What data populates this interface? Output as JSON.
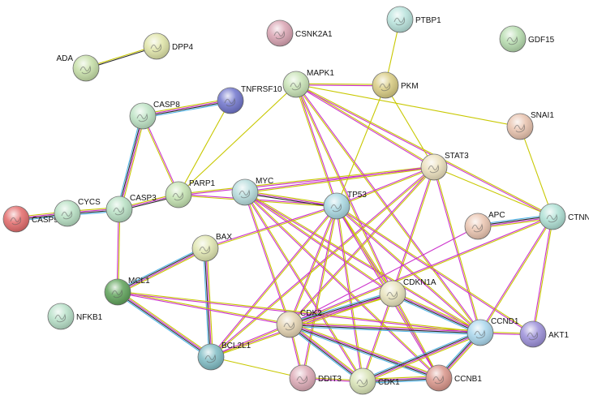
{
  "network": {
    "nodes": [
      {
        "id": "PTBP1",
        "label": "PTBP1",
        "color": "#b8e3dc"
      },
      {
        "id": "CSNK2A1",
        "label": "CSNK2A1",
        "color": "#d9a3b2"
      },
      {
        "id": "GDF15",
        "label": "GDF15",
        "color": "#b6dcae"
      },
      {
        "id": "DPP4",
        "label": "DPP4",
        "color": "#e0e5a8"
      },
      {
        "id": "ADA",
        "label": "ADA",
        "color": "#c6dfa7"
      },
      {
        "id": "MAPK1",
        "label": "MAPK1",
        "color": "#c8e3b5"
      },
      {
        "id": "PKM",
        "label": "PKM",
        "color": "#d9cc82"
      },
      {
        "id": "TNFRSF10",
        "label": "TNFRSF10",
        "color": "#6f74cc"
      },
      {
        "id": "CASP8",
        "label": "CASP8",
        "color": "#bde3c4"
      },
      {
        "id": "SNAI1",
        "label": "SNAI1",
        "color": "#e8c2ad"
      },
      {
        "id": "STAT3",
        "label": "STAT3",
        "color": "#ebe0bc"
      },
      {
        "id": "PARP1",
        "label": "PARP1",
        "color": "#c3e2b0"
      },
      {
        "id": "MYC",
        "label": "MYC",
        "color": "#b6dcdc"
      },
      {
        "id": "TP53",
        "label": "TP53",
        "color": "#a9d8e2"
      },
      {
        "id": "CASP9",
        "label": "CASP9",
        "color": "#e46b6b"
      },
      {
        "id": "CYCS",
        "label": "CYCS",
        "color": "#b7e0c3"
      },
      {
        "id": "CASP3",
        "label": "CASP3",
        "color": "#b7e0c3"
      },
      {
        "id": "APC",
        "label": "APC",
        "color": "#ebc5b0"
      },
      {
        "id": "CTNN",
        "label": "CTNN",
        "color": "#aee0d4"
      },
      {
        "id": "BAX",
        "label": "BAX",
        "color": "#e0e6b0"
      },
      {
        "id": "MCL1",
        "label": "MCL1",
        "color": "#5fa35a"
      },
      {
        "id": "CDKN1A",
        "label": "CDKN1A",
        "color": "#e8e3bc"
      },
      {
        "id": "NFKB1",
        "label": "NFKB1",
        "color": "#b7e0c8"
      },
      {
        "id": "CDK2",
        "label": "CDK2",
        "color": "#e3d2b0"
      },
      {
        "id": "CCND1",
        "label": "CCND1",
        "color": "#a9d6ec"
      },
      {
        "id": "AKT1",
        "label": "AKT1",
        "color": "#9b8fd9"
      },
      {
        "id": "BCL2L1",
        "label": "BCL2L1",
        "color": "#7fbcc4"
      },
      {
        "id": "DDIT3",
        "label": "DDIT3",
        "color": "#ddaab6"
      },
      {
        "id": "CDK1",
        "label": "CDK1",
        "color": "#d8e3b5"
      },
      {
        "id": "CCNB1",
        "label": "CCNB1",
        "color": "#d9958a"
      }
    ],
    "edge_colors": [
      "#c8c800",
      "#cc33cc",
      "#2a2a2a",
      "#4fb3e6",
      "#33b033"
    ],
    "edges": [
      [
        "ADA",
        "DPP4",
        [
          "#c8c800",
          "#2a2a2a"
        ]
      ],
      [
        "PTBP1",
        "PKM",
        [
          "#c8c800"
        ]
      ],
      [
        "CASP8",
        "TNFRSF10",
        [
          "#c8c800",
          "#cc33cc",
          "#2a2a2a",
          "#4fb3e6"
        ]
      ],
      [
        "CASP8",
        "CASP3",
        [
          "#c8c800",
          "#cc33cc",
          "#2a2a2a",
          "#4fb3e6"
        ]
      ],
      [
        "CASP8",
        "PARP1",
        [
          "#cc33cc",
          "#c8c800"
        ]
      ],
      [
        "TNFRSF10",
        "PARP1",
        [
          "#c8c800"
        ]
      ],
      [
        "CASP9",
        "CYCS",
        [
          "#c8c800",
          "#cc33cc",
          "#2a2a2a",
          "#4fb3e6"
        ]
      ],
      [
        "CYCS",
        "CASP3",
        [
          "#c8c800",
          "#cc33cc",
          "#2a2a2a",
          "#4fb3e6"
        ]
      ],
      [
        "CASP3",
        "PARP1",
        [
          "#c8c800",
          "#cc33cc",
          "#2a2a2a"
        ]
      ],
      [
        "CASP3",
        "MCL1",
        [
          "#c8c800",
          "#cc33cc"
        ]
      ],
      [
        "PARP1",
        "MAPK1",
        [
          "#c8c800"
        ]
      ],
      [
        "PARP1",
        "TP53",
        [
          "#cc33cc",
          "#c8c800"
        ]
      ],
      [
        "PARP1",
        "STAT3",
        [
          "#c8c800",
          "#cc33cc"
        ]
      ],
      [
        "MAPK1",
        "PKM",
        [
          "#c8c800",
          "#cc33cc"
        ]
      ],
      [
        "MAPK1",
        "SNAI1",
        [
          "#c8c800"
        ]
      ],
      [
        "MAPK1",
        "STAT3",
        [
          "#c8c800",
          "#cc33cc"
        ]
      ],
      [
        "MAPK1",
        "CTNN",
        [
          "#c8c800",
          "#cc33cc"
        ]
      ],
      [
        "MAPK1",
        "TP53",
        [
          "#cc33cc",
          "#c8c800"
        ]
      ],
      [
        "MAPK1",
        "CDKN1A",
        [
          "#cc33cc",
          "#c8c800"
        ]
      ],
      [
        "MAPK1",
        "CCND1",
        [
          "#cc33cc",
          "#c8c800"
        ]
      ],
      [
        "PKM",
        "STAT3",
        [
          "#c8c800"
        ]
      ],
      [
        "PKM",
        "TP53",
        [
          "#c8c800"
        ]
      ],
      [
        "SNAI1",
        "CTNN",
        [
          "#c8c800"
        ]
      ],
      [
        "STAT3",
        "MYC",
        [
          "#c8c800",
          "#cc33cc"
        ]
      ],
      [
        "STAT3",
        "TP53",
        [
          "#c8c800",
          "#cc33cc"
        ]
      ],
      [
        "STAT3",
        "CCND1",
        [
          "#c8c800",
          "#cc33cc"
        ]
      ],
      [
        "STAT3",
        "CTNN",
        [
          "#c8c800"
        ]
      ],
      [
        "STAT3",
        "CDK2",
        [
          "#c8c800",
          "#cc33cc"
        ]
      ],
      [
        "STAT3",
        "CDKN1A",
        [
          "#c8c800",
          "#cc33cc"
        ]
      ],
      [
        "STAT3",
        "BCL2L1",
        [
          "#c8c800",
          "#cc33cc"
        ]
      ],
      [
        "MYC",
        "TP53",
        [
          "#c8c800",
          "#cc33cc",
          "#2a2a2a"
        ]
      ],
      [
        "MYC",
        "CDKN1A",
        [
          "#c8c800",
          "#cc33cc"
        ]
      ],
      [
        "MYC",
        "CCND1",
        [
          "#c8c800",
          "#cc33cc"
        ]
      ],
      [
        "MYC",
        "CDK2",
        [
          "#c8c800",
          "#cc33cc"
        ]
      ],
      [
        "MYC",
        "CDK1",
        [
          "#c8c800",
          "#cc33cc"
        ]
      ],
      [
        "MYC",
        "CCNB1",
        [
          "#c8c800",
          "#cc33cc"
        ]
      ],
      [
        "TP53",
        "BAX",
        [
          "#c8c800",
          "#cc33cc"
        ]
      ],
      [
        "TP53",
        "CDKN1A",
        [
          "#c8c800",
          "#cc33cc"
        ]
      ],
      [
        "TP53",
        "CDK2",
        [
          "#c8c800",
          "#cc33cc"
        ]
      ],
      [
        "TP53",
        "CCND1",
        [
          "#c8c800",
          "#cc33cc"
        ]
      ],
      [
        "TP53",
        "CDK1",
        [
          "#c8c800",
          "#cc33cc"
        ]
      ],
      [
        "TP53",
        "CCNB1",
        [
          "#c8c800",
          "#cc33cc"
        ]
      ],
      [
        "TP53",
        "DDIT3",
        [
          "#c8c800",
          "#cc33cc"
        ]
      ],
      [
        "TP53",
        "BCL2L1",
        [
          "#c8c800",
          "#cc33cc"
        ]
      ],
      [
        "TP53",
        "AKT1",
        [
          "#c8c800",
          "#cc33cc"
        ]
      ],
      [
        "CTNN",
        "APC",
        [
          "#c8c800",
          "#cc33cc",
          "#2a2a2a",
          "#4fb3e6"
        ]
      ],
      [
        "CTNN",
        "CCND1",
        [
          "#c8c800",
          "#cc33cc"
        ]
      ],
      [
        "CTNN",
        "AKT1",
        [
          "#c8c800",
          "#cc33cc"
        ]
      ],
      [
        "CTNN",
        "CDK2",
        [
          "#c8c800",
          "#cc33cc"
        ]
      ],
      [
        "APC",
        "CDK2",
        [
          "#cc33cc"
        ]
      ],
      [
        "BAX",
        "MCL1",
        [
          "#c8c800",
          "#cc33cc",
          "#2a2a2a",
          "#4fb3e6"
        ]
      ],
      [
        "BAX",
        "BCL2L1",
        [
          "#c8c800",
          "#cc33cc",
          "#2a2a2a",
          "#4fb3e6"
        ]
      ],
      [
        "MCL1",
        "BCL2L1",
        [
          "#c8c800",
          "#cc33cc",
          "#2a2a2a",
          "#4fb3e6"
        ]
      ],
      [
        "MCL1",
        "CDK2",
        [
          "#c8c800",
          "#cc33cc"
        ]
      ],
      [
        "MCL1",
        "CCND1",
        [
          "#c8c800",
          "#cc33cc"
        ]
      ],
      [
        "CDKN1A",
        "CDK2",
        [
          "#c8c800",
          "#cc33cc",
          "#2a2a2a",
          "#4fb3e6"
        ]
      ],
      [
        "CDKN1A",
        "CCND1",
        [
          "#c8c800",
          "#cc33cc",
          "#2a2a2a",
          "#4fb3e6"
        ]
      ],
      [
        "CDKN1A",
        "CDK1",
        [
          "#c8c800",
          "#cc33cc"
        ]
      ],
      [
        "CDKN1A",
        "CCNB1",
        [
          "#c8c800",
          "#cc33cc"
        ]
      ],
      [
        "CDKN1A",
        "BCL2L1",
        [
          "#c8c800",
          "#cc33cc"
        ]
      ],
      [
        "CDK2",
        "CCND1",
        [
          "#c8c800",
          "#cc33cc",
          "#2a2a2a",
          "#4fb3e6"
        ]
      ],
      [
        "CDK2",
        "CDK1",
        [
          "#c8c800",
          "#cc33cc",
          "#2a2a2a",
          "#4fb3e6"
        ]
      ],
      [
        "CDK2",
        "CCNB1",
        [
          "#c8c800",
          "#cc33cc",
          "#2a2a2a",
          "#4fb3e6"
        ]
      ],
      [
        "CDK2",
        "DDIT3",
        [
          "#c8c800",
          "#cc33cc"
        ]
      ],
      [
        "CDK2",
        "BCL2L1",
        [
          "#c8c800",
          "#cc33cc"
        ]
      ],
      [
        "CCND1",
        "CDK1",
        [
          "#c8c800",
          "#cc33cc",
          "#2a2a2a",
          "#4fb3e6"
        ]
      ],
      [
        "CCND1",
        "CCNB1",
        [
          "#c8c800",
          "#cc33cc",
          "#2a2a2a",
          "#4fb3e6"
        ]
      ],
      [
        "CCND1",
        "AKT1",
        [
          "#c8c800",
          "#cc33cc"
        ]
      ],
      [
        "CDK1",
        "CCNB1",
        [
          "#c8c800",
          "#cc33cc",
          "#2a2a2a",
          "#4fb3e6"
        ]
      ],
      [
        "DDIT3",
        "CDK1",
        [
          "#c8c800",
          "#cc33cc"
        ]
      ],
      [
        "BCL2L1",
        "DDIT3",
        [
          "#c8c800"
        ]
      ]
    ]
  }
}
